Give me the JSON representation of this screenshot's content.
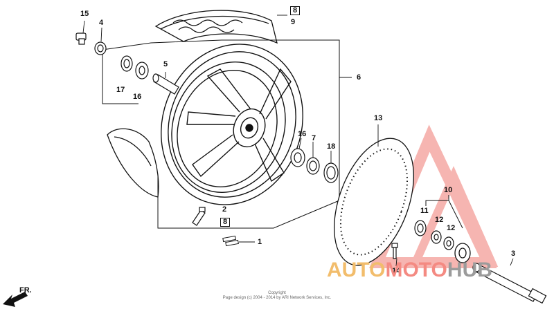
{
  "parts": {
    "p1": "1",
    "p2": "2",
    "p3": "3",
    "p4": "4",
    "p5": "5",
    "p6": "6",
    "p7": "7",
    "p8a": "8",
    "p8b": "8",
    "p9": "9",
    "p10": "10",
    "p11": "11",
    "p12a": "12",
    "p12b": "12",
    "p13": "13",
    "p14": "14",
    "p15": "15",
    "p16a": "16",
    "p16b": "16",
    "p17": "17",
    "p18": "18"
  },
  "direction_label": "FR.",
  "copyright": {
    "line1": "Copyright",
    "line2": "Page design (c) 2004 - 2014 by ARI Network Services, Inc."
  },
  "watermark": {
    "part1": "AUTO",
    "part2": "MOTO",
    "part3": "HUB"
  },
  "colors": {
    "watermark_orange": "#f2bd6c",
    "watermark_red": "#f48a82",
    "watermark_gray": "#9b9b9b"
  }
}
